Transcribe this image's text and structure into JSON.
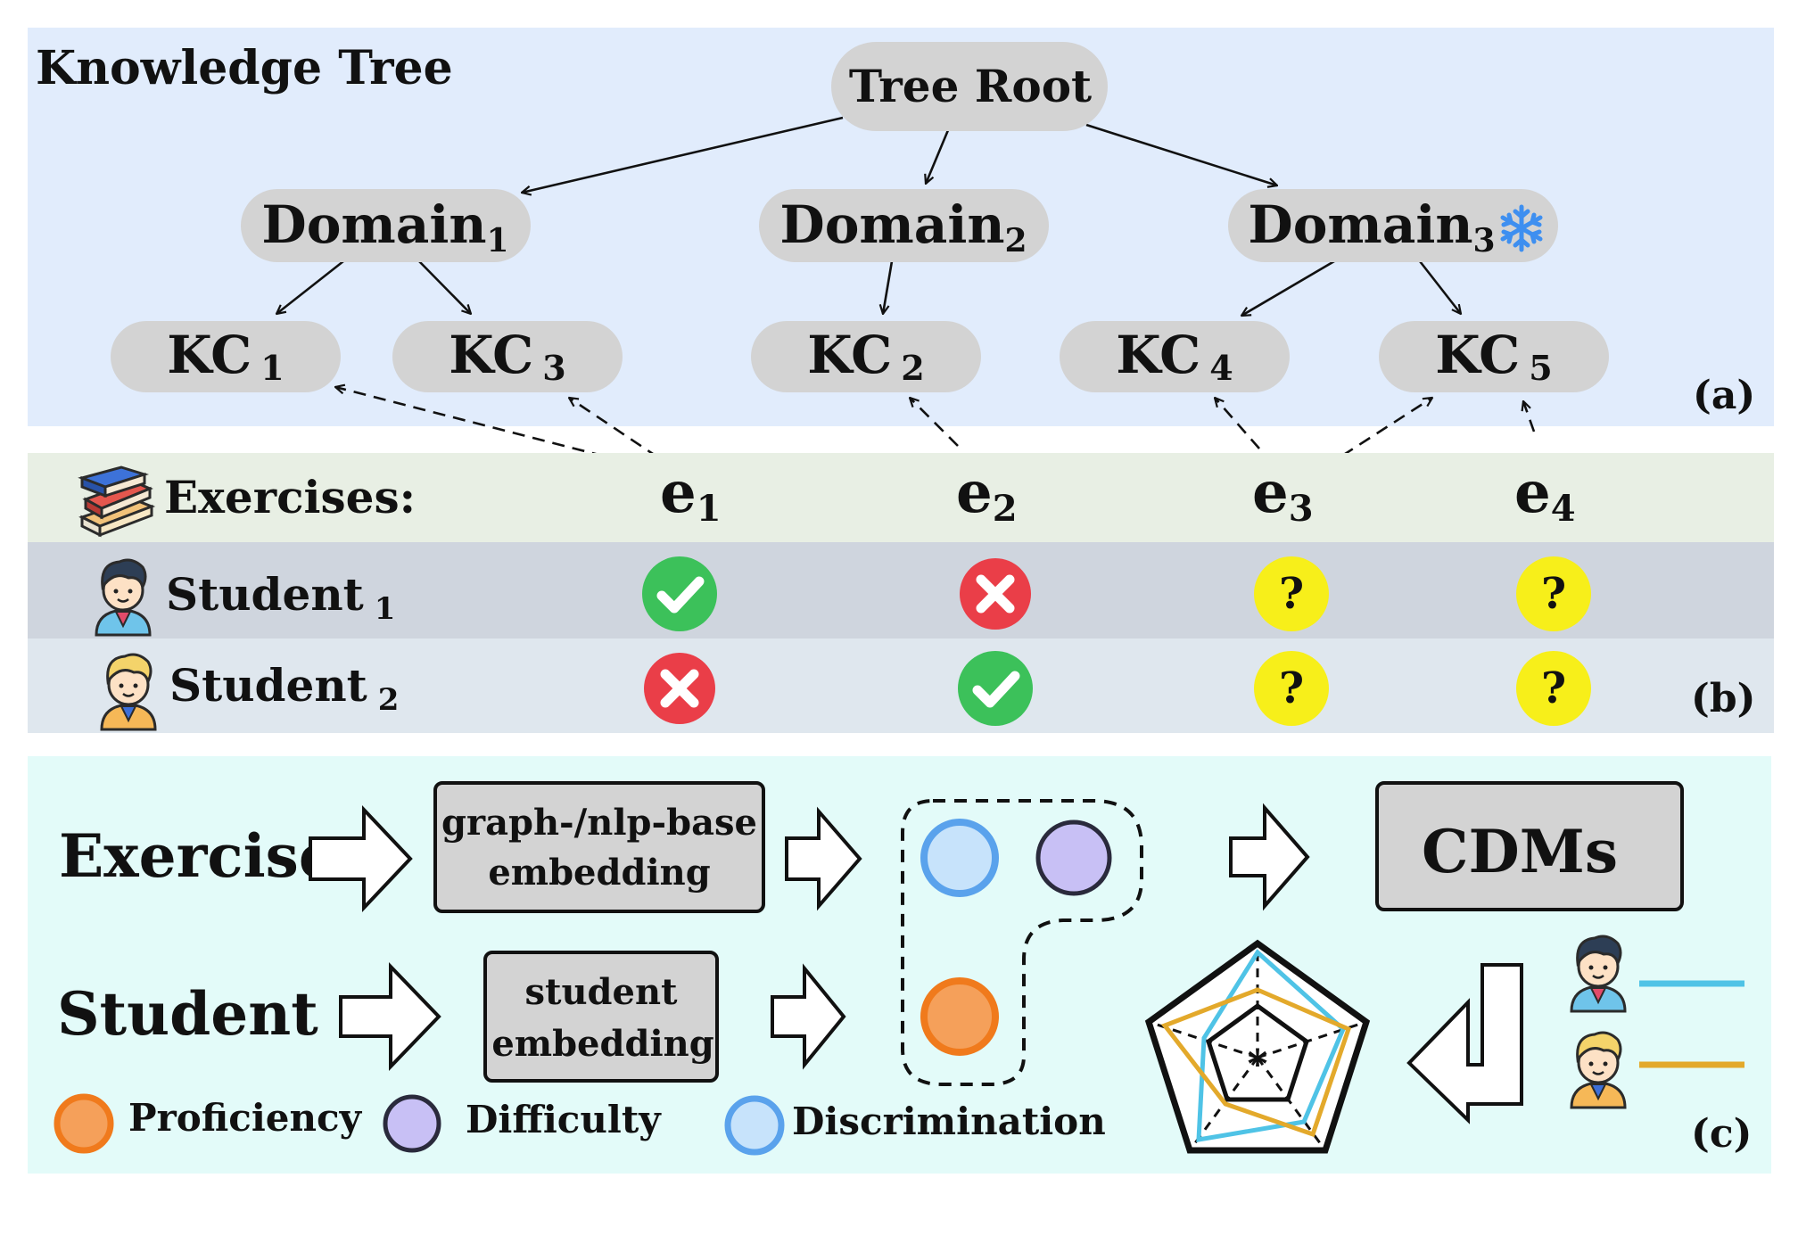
{
  "panel_a": {
    "title": "Knowledge Tree",
    "tag": "(a)",
    "root": "Tree Root",
    "domains": [
      {
        "label": "Domain",
        "sub": "1",
        "frozen": false
      },
      {
        "label": "Domain",
        "sub": "2",
        "frozen": false
      },
      {
        "label": "Domain",
        "sub": "3",
        "frozen": true
      }
    ],
    "kcs": [
      {
        "label": "KC",
        "sub": "1"
      },
      {
        "label": "KC",
        "sub": "3"
      },
      {
        "label": "KC",
        "sub": "2"
      },
      {
        "label": "KC",
        "sub": "4"
      },
      {
        "label": "KC",
        "sub": "5"
      }
    ],
    "frozen_icon": "snowflake-icon"
  },
  "panel_b": {
    "tag": "(b)",
    "exercises_label": "Exercises:",
    "exercises": [
      {
        "label": "e",
        "sub": "1"
      },
      {
        "label": "e",
        "sub": "2"
      },
      {
        "label": "e",
        "sub": "3"
      },
      {
        "label": "e",
        "sub": "4"
      }
    ],
    "students": [
      {
        "label": "Student",
        "sub": "1",
        "results": [
          "correct",
          "wrong",
          "unknown",
          "unknown"
        ]
      },
      {
        "label": "Student",
        "sub": "2",
        "results": [
          "wrong",
          "correct",
          "unknown",
          "unknown"
        ]
      }
    ],
    "unknown_glyph": "?"
  },
  "panel_c": {
    "tag": "(c)",
    "exercise_label": "Exercise",
    "student_label": "Student",
    "exercise_box": [
      "graph-/nlp-base",
      "embedding"
    ],
    "student_box": [
      "student",
      "embedding"
    ],
    "cdms_label": "CDMs",
    "radar_center_glyph": "*",
    "legend": [
      {
        "label": "Proficiency",
        "color": "#f5a05a",
        "stroke": "#f07a1c"
      },
      {
        "label": "Difficulty",
        "color": "#c8c0f5",
        "stroke": "#3a3a5a"
      },
      {
        "label": "Discrimination",
        "color": "#c7e3fb",
        "stroke": "#5aa2ec"
      }
    ],
    "student_line_colors": [
      "#4fc3e6",
      "#e3a92b"
    ]
  },
  "colors": {
    "panel_a_bg": "#e1ecfc",
    "panel_b_header_bg": "#e8efe4",
    "panel_b_row1_bg": "#cfd5de",
    "panel_b_row2_bg": "#dfe7ee",
    "panel_c_bg": "#e3fbf9",
    "node_fill": "#d3d3d3",
    "correct": "#3cc15a",
    "wrong": "#ea3e48",
    "unknown": "#f7ef1a"
  }
}
